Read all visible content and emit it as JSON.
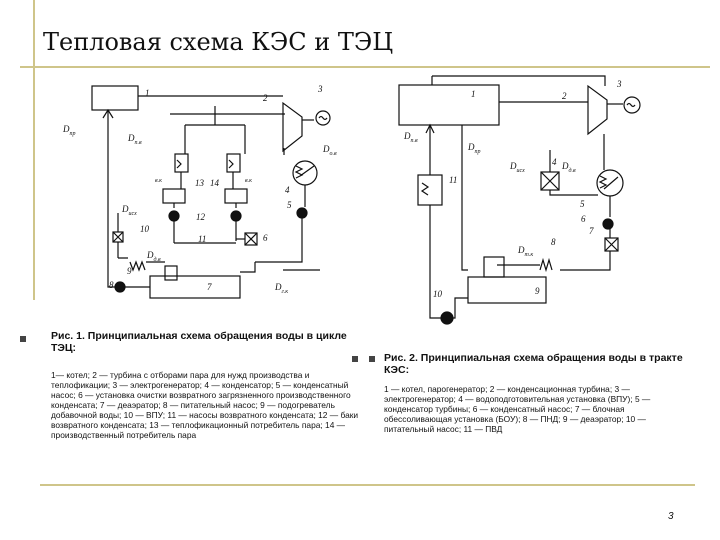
{
  "slide": {
    "title": "Тепловая схема КЭС и ТЭЦ",
    "page_number": "3"
  },
  "fig1": {
    "heading": "Рис. 1. Принципиальная схема обращения воды в цикле ТЭЦ:",
    "legend": "1— котел; 2 — турбина с отборами пара для нужд производства и теплофикации; 3 — электрогенератор; 4 — конденсатор; 5 — конденсатный насос; 6 — установка очистки возвратного загрязненного производственного конденсата; 7 — деаэратор; 8 — питательный насос; 9 — подогреватель добавочной воды; 10 — ВПУ; 11 — насосы возвратного конденсата; 12 — баки возвратного конденсата; 13 — теплофикационный потребитель пара; 14 — производственный потребитель пара",
    "labels": {
      "n1": "1",
      "n2": "2",
      "n3": "3",
      "n4": "4",
      "n5": "5",
      "n6": "6",
      "n7": "7",
      "n8": "8",
      "n9": "9",
      "n10": "10",
      "n11": "11",
      "n12": "12",
      "n13": "13",
      "n14": "14",
      "D": "D",
      "s_pr": "пр",
      "s_pv": "п.в",
      "s_ov": "о.в",
      "s_vk": "в.к",
      "s_isch": "исх",
      "s_dv": "д.в",
      "s_gk": "г.к"
    }
  },
  "fig2": {
    "heading": "Рис. 2. Принципиальная схема обращения воды в тракте КЭС:",
    "legend": "1 — котел, парогенератор; 2 — конденсационная турбина; 3 — электрогенератор; 4 — водоподготовительная установка (ВПУ); 5 — конденсатор турбины; 6 — конденсатный насос; 7 — блочная обессоливающая установка (БОУ); 8 — ПНД; 9 — деаэратор; 10 — питательный насос; 11 — ПВД",
    "labels": {
      "n1": "1",
      "n2": "2",
      "n3": "3",
      "n4": "4",
      "n5": "5",
      "n6": "6",
      "n7": "7",
      "n8": "8",
      "n9": "9",
      "n10": "10",
      "n11": "11",
      "D": "D",
      "s_pv": "п.в",
      "s_pr": "пр",
      "s_isch": "исх",
      "s_dv": "д.в",
      "s_tk": "т.к"
    }
  }
}
